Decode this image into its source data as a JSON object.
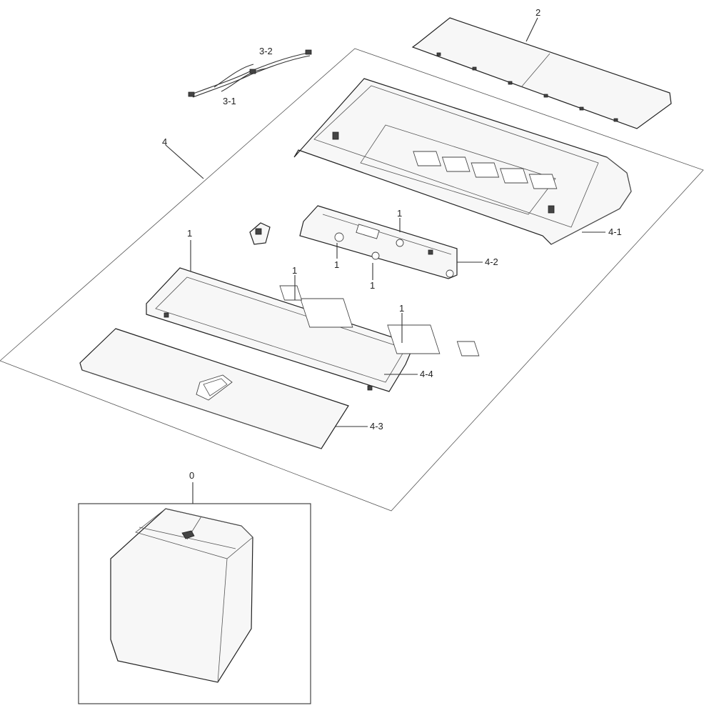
{
  "callouts": {
    "c2": "2",
    "c3_2": "3-2",
    "c3_1": "3-1",
    "c4": "4",
    "c4_1": "4-1",
    "c4_2": "4-2",
    "c4_3": "4-3",
    "c4_4": "4-4",
    "c1_a": "1",
    "c1_b": "1",
    "c1_c": "1",
    "c1_d": "1",
    "c1_e": "1",
    "c1_f": "1",
    "c0": "0"
  }
}
